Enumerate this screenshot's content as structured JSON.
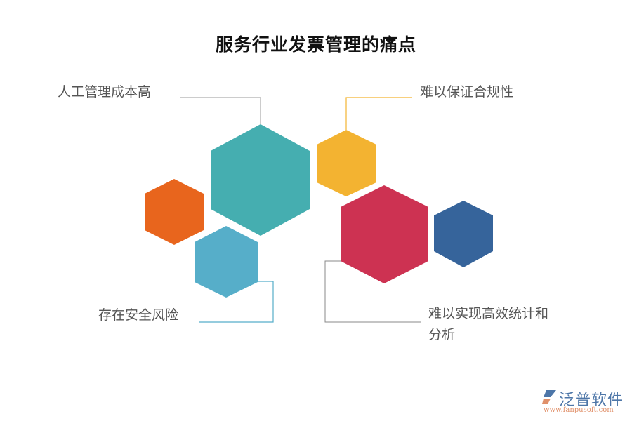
{
  "title": "服务行业发票管理的痛点",
  "items": [
    {
      "label": "人工管理成本高",
      "color": "#45aeb0",
      "line_color": "#999999"
    },
    {
      "label": "难以保证合规性",
      "color": "#f3b331",
      "line_color": "#f3b331"
    },
    {
      "label": "存在安全风险",
      "color": "#56aec9",
      "line_color": "#56aec9"
    },
    {
      "label": "难以实现高效统计和",
      "label_line2": "分析",
      "color": "#cd3252",
      "line_color": "#888888"
    }
  ],
  "decorative_hexagons": [
    {
      "color": "#e8651d"
    },
    {
      "color": "#36649b"
    }
  ],
  "logo": {
    "name": "泛普软件",
    "url": "www.fanpusoft.com"
  }
}
